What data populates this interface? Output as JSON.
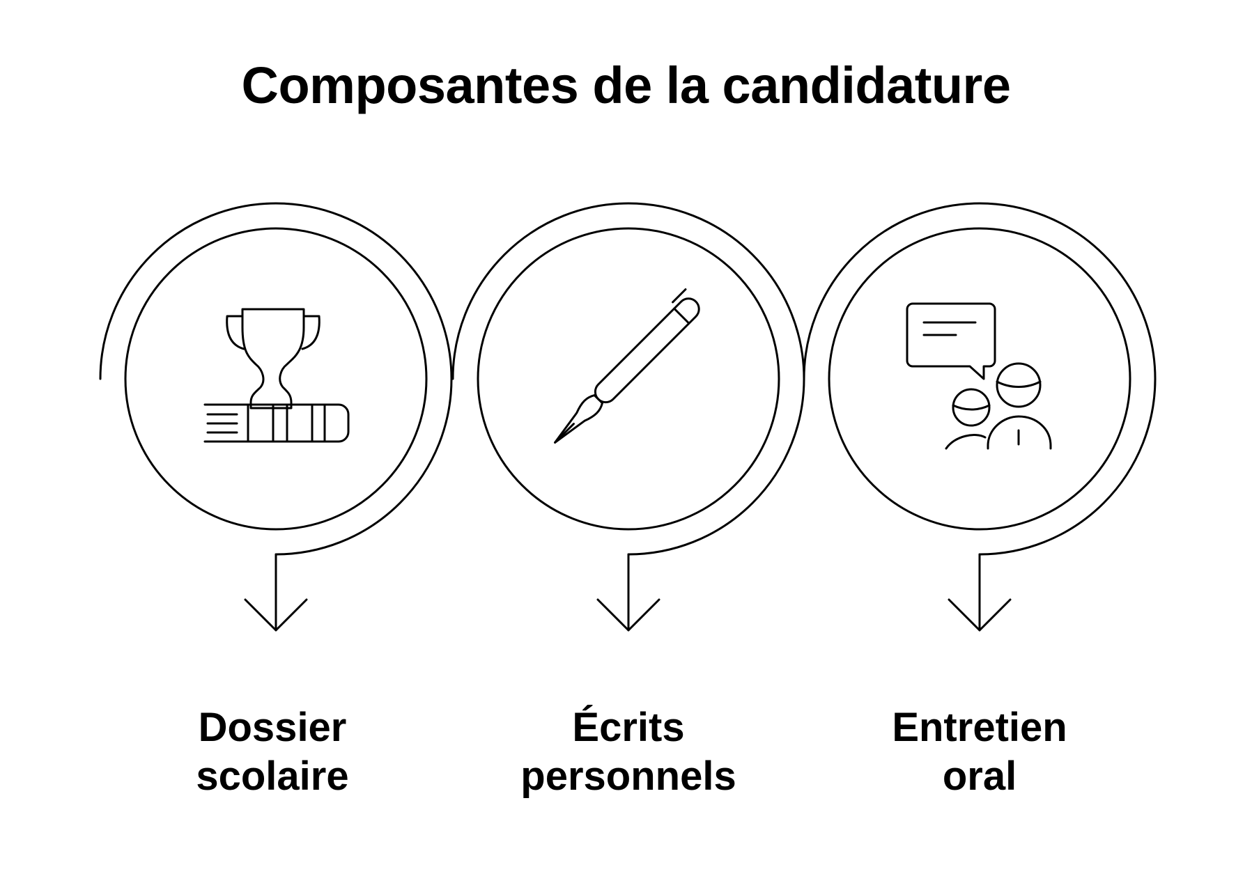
{
  "title": "Composantes de la candidature",
  "steps": [
    {
      "line1": "Dossier",
      "line2": "scolaire",
      "icon": "trophy-on-book-icon"
    },
    {
      "line1": "Écrits",
      "line2": "personnels",
      "icon": "pen-icon"
    },
    {
      "line1": "Entretien",
      "line2": "oral",
      "icon": "interview-conversation-icon"
    }
  ],
  "colors": {
    "stroke": "#000000",
    "background": "#ffffff"
  }
}
